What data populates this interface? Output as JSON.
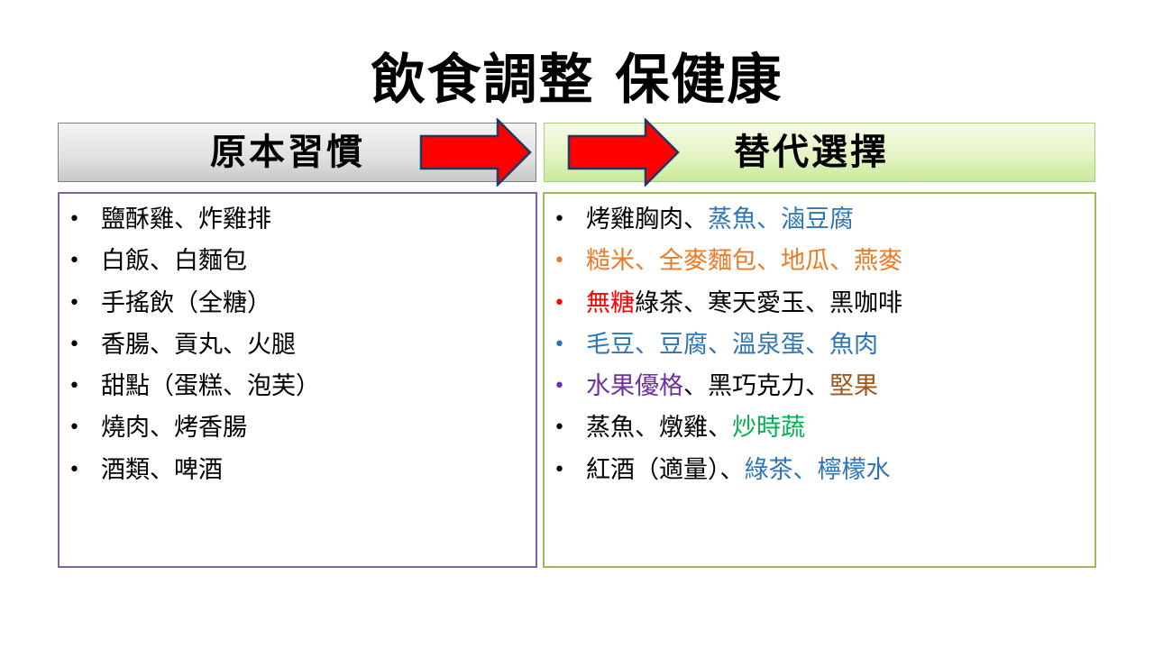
{
  "title": "飲食調整 保健康",
  "colors": {
    "black": "#000000",
    "blue": "#2e75b6",
    "orange": "#e97b26",
    "red": "#ff0000",
    "purple": "#7030a0",
    "brown": "#a0561a",
    "green": "#00b050"
  },
  "headers": {
    "left": "原本習慣",
    "right": "替代選擇"
  },
  "left_items": [
    "鹽酥雞、炸雞排",
    "白飯、白麵包",
    "手搖飲（全糖）",
    "香腸、貢丸、火腿",
    "甜點（蛋糕、泡芙）",
    "燒肉、烤香腸",
    "酒類、啤酒"
  ],
  "right_items": [
    {
      "bullet_color": "black",
      "segments": [
        {
          "text": "烤雞胸肉、",
          "color": "black"
        },
        {
          "text": "蒸魚、滷豆腐",
          "color": "blue"
        }
      ]
    },
    {
      "bullet_color": "orange",
      "segments": [
        {
          "text": "糙米、全麥麵包、地瓜、燕麥",
          "color": "orange"
        }
      ]
    },
    {
      "bullet_color": "red",
      "segments": [
        {
          "text": "無糖",
          "color": "red"
        },
        {
          "text": "綠茶、寒天愛玉、黑咖啡",
          "color": "black"
        }
      ]
    },
    {
      "bullet_color": "blue",
      "segments": [
        {
          "text": "毛豆、豆腐、溫泉蛋、魚肉",
          "color": "blue"
        }
      ]
    },
    {
      "bullet_color": "purple",
      "segments": [
        {
          "text": "水果優格",
          "color": "purple"
        },
        {
          "text": "、黑巧克力、",
          "color": "black"
        },
        {
          "text": "堅果",
          "color": "brown"
        }
      ]
    },
    {
      "bullet_color": "black",
      "segments": [
        {
          "text": "蒸魚、燉雞、",
          "color": "black"
        },
        {
          "text": "炒時蔬",
          "color": "green"
        }
      ]
    },
    {
      "bullet_color": "black",
      "segments": [
        {
          "text": "紅酒（適量）、",
          "color": "black"
        },
        {
          "text": "綠茶、檸檬水",
          "color": "blue"
        }
      ]
    }
  ]
}
